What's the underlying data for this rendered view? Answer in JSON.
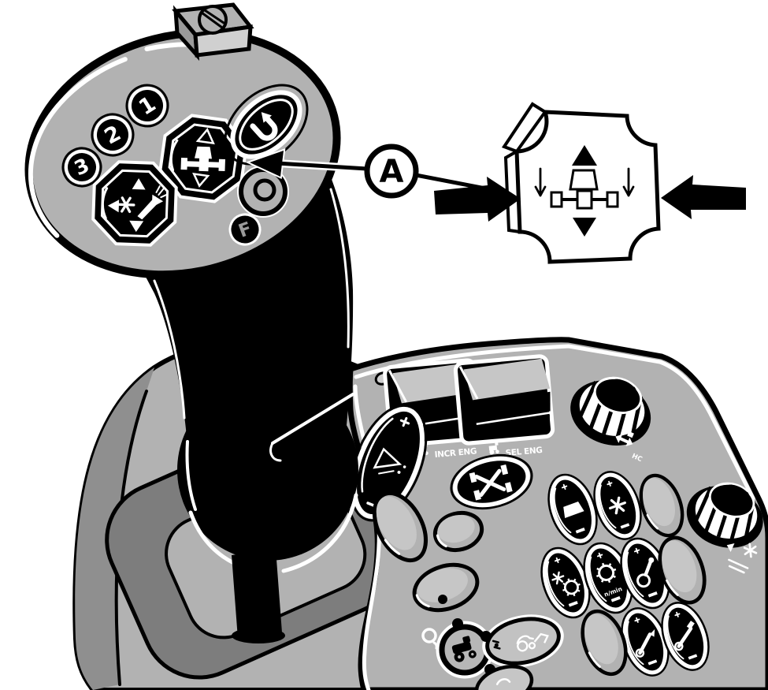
{
  "palette": {
    "background": "#ffffff",
    "surface_gray": "#b2b2b2",
    "surface_light": "#c6c6c6",
    "surface_mid": "#8f8f8f",
    "recess_gray": "#7d7d7d",
    "ink": "#000000",
    "halo": "#ffffff"
  },
  "callout": {
    "label": "A"
  },
  "joystick": {
    "memory_buttons": [
      {
        "label": "1"
      },
      {
        "label": "2"
      },
      {
        "label": "3"
      }
    ],
    "fnr_button": {
      "glyph": "F"
    }
  },
  "console": {
    "engine_rockers": [
      {
        "caption": "INCR ENG"
      },
      {
        "caption": "SEL ENG"
      }
    ],
    "hitch_knob": {
      "caption": "HC"
    },
    "pto_speed_button": {
      "caption": "n/min"
    }
  }
}
